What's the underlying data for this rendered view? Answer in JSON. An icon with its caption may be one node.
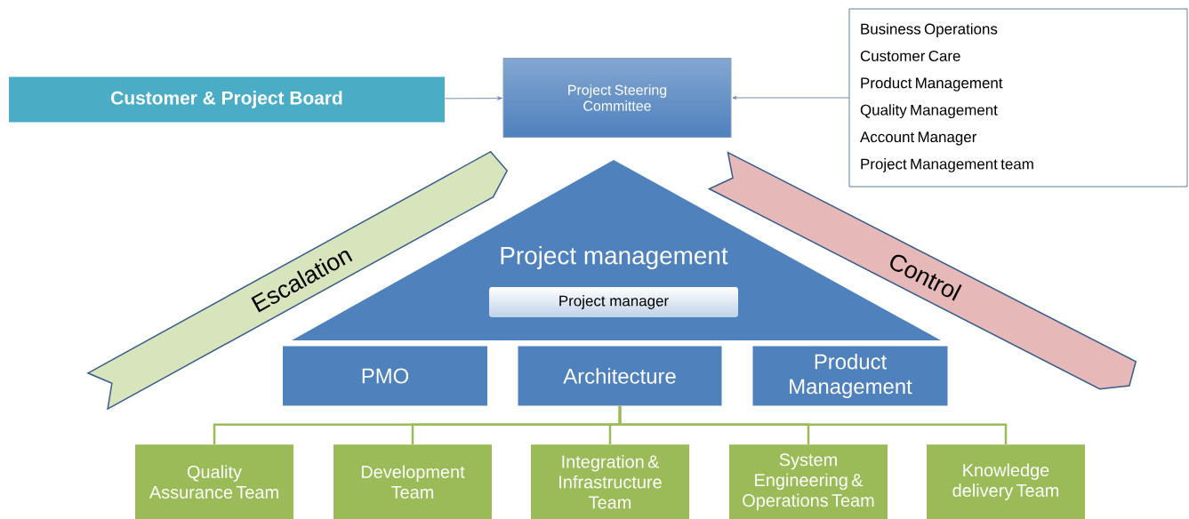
{
  "diagram": {
    "nodes": [
      {
        "text": [
          "Customer & Project Board"
        ]
      },
      {
        "text": [
          "Project Steering Committee"
        ]
      },
      {
        "text": [
          "Business Operations",
          "Customer Care",
          "Product Management",
          "Quality Management",
          "Account Manager",
          "Project Management team"
        ]
      },
      {
        "text": [
          "Escalation"
        ]
      },
      {
        "text": [
          "Control"
        ]
      },
      {
        "text": [
          "Project management"
        ]
      },
      {
        "text": [
          "Project manager"
        ],
        "in": 5
      },
      {
        "text": [
          "PMO"
        ]
      },
      {
        "text": [
          "Architecture"
        ]
      },
      {
        "text": [
          "Product Management"
        ]
      },
      {
        "text": [
          "Quality Assurance Team"
        ]
      },
      {
        "text": [
          "Development Team"
        ]
      },
      {
        "text": [
          "Integration & Infrastructure Team"
        ]
      },
      {
        "text": [
          "System Engineering & Operations Team"
        ]
      },
      {
        "text": [
          "Knowledge delivery Team"
        ]
      }
    ],
    "edges": [
      {
        "from": 0,
        "to": 1,
        "arrow": "to"
      },
      {
        "from": 2,
        "to": 1,
        "arrow": "to"
      },
      {
        "from": 8,
        "to": 10,
        "arrow": "none"
      },
      {
        "from": 8,
        "to": 11,
        "arrow": "none"
      },
      {
        "from": 8,
        "to": 12,
        "arrow": "none"
      },
      {
        "from": 8,
        "to": 13,
        "arrow": "none"
      },
      {
        "from": 8,
        "to": 14,
        "arrow": "none"
      }
    ]
  }
}
